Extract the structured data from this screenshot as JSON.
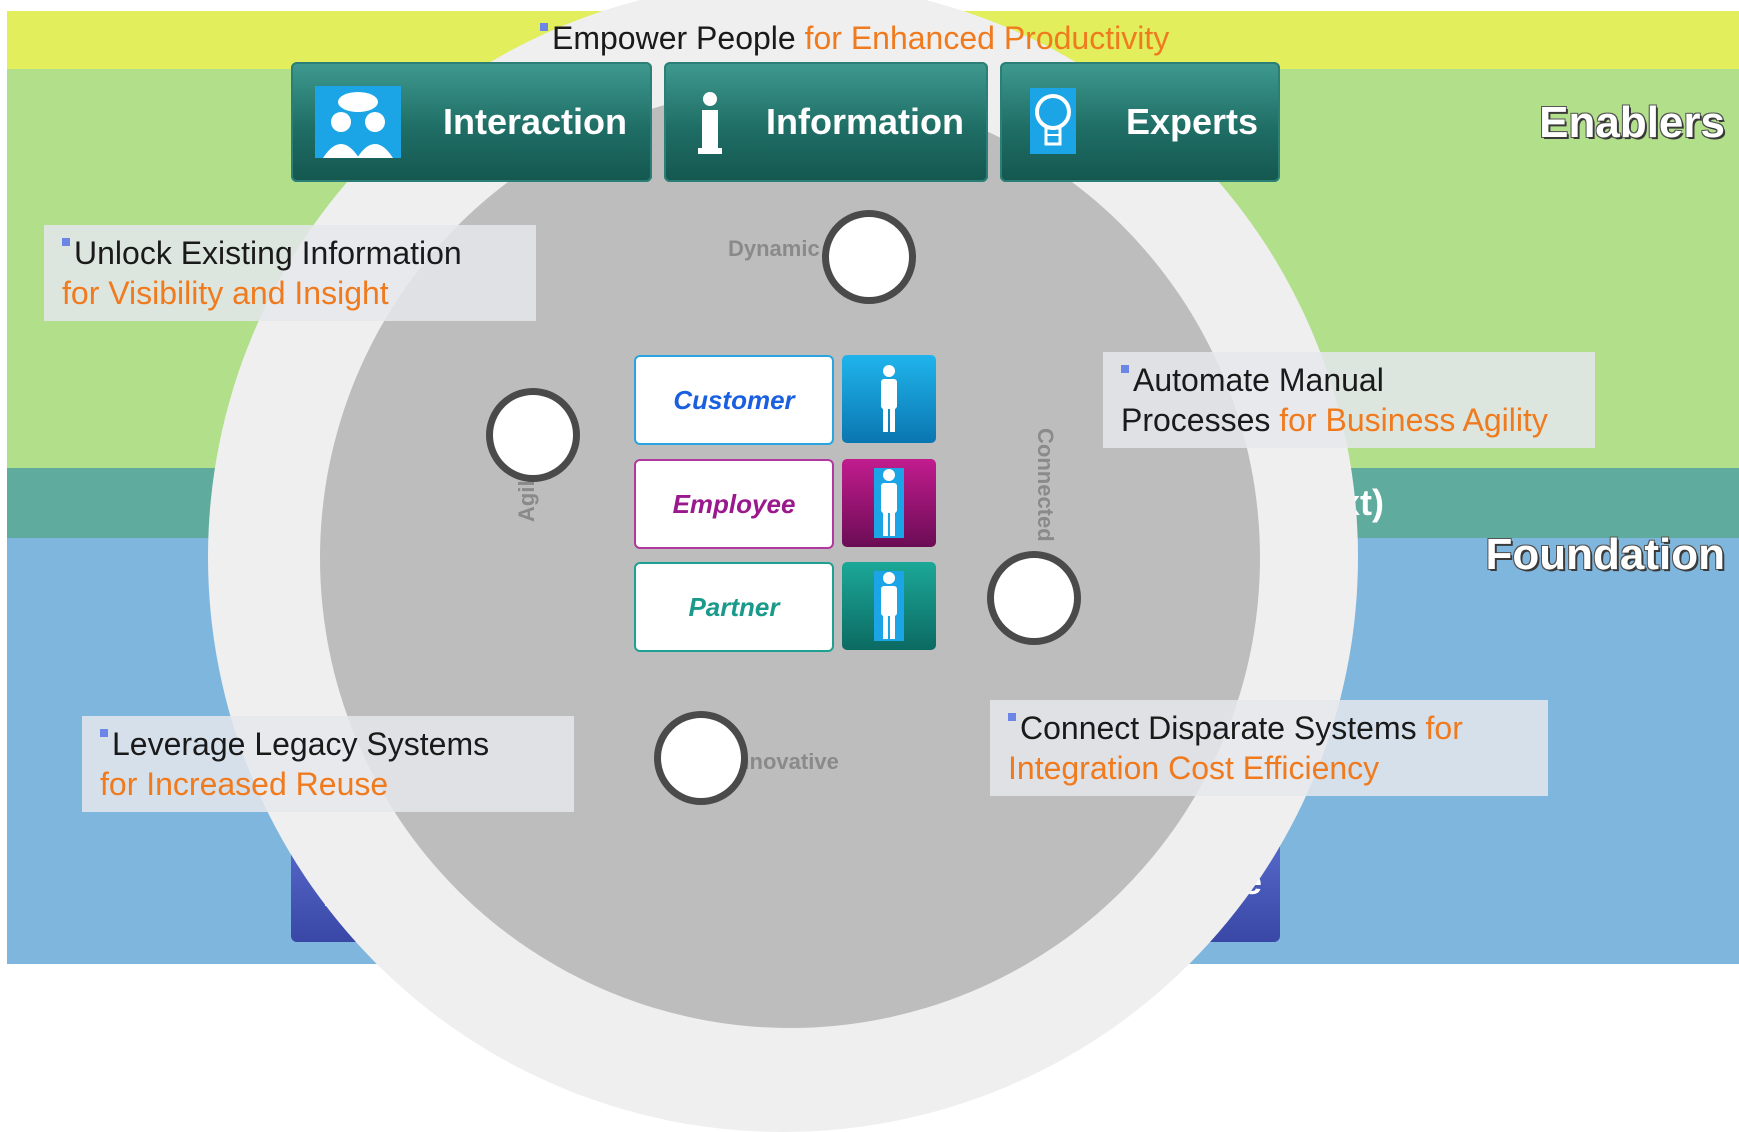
{
  "colors": {
    "enablers_band": "#b1df8a",
    "header_band": "#e2ee5c",
    "middle_band": "#5fab9d",
    "foundation_band": "#7fb6dd",
    "accent_orange": "#f07a1e",
    "customer": "#1a5fe0",
    "employee": "#9a1a8e",
    "partner": "#1a9a8a"
  },
  "header": {
    "text": "Empower People",
    "highlight": "for Enhanced Productivity"
  },
  "sections": {
    "enablers": "Enablers",
    "foundation": "Foundation",
    "middle_partial": "xt)"
  },
  "enabler_tiles": [
    {
      "label": "Interaction",
      "icon": "people-chat-icon"
    },
    {
      "label": "Information",
      "icon": "info-icon"
    },
    {
      "label": "Experts",
      "icon": "lightbulb-icon"
    }
  ],
  "foundation_tiles": {
    "right_partial": "re",
    "left_icon": "computer-icon"
  },
  "callouts": {
    "unlock": {
      "text": "Unlock Existing Information",
      "highlight": "for Visibility and Insight"
    },
    "automate": {
      "text_1": "Automate Manual",
      "text_2": "Processes",
      "highlight": "for Business Agility"
    },
    "leverage": {
      "text": "Leverage Legacy Systems",
      "highlight": "for Increased Reuse"
    },
    "connect": {
      "text": "Connect Disparate Systems",
      "highlight_1": "for",
      "highlight_2": "Integration Cost Efficiency"
    }
  },
  "attributes": {
    "dynamic": "Dynamic",
    "agile": "Agile",
    "connected": "Connected",
    "innovative": "Innovative"
  },
  "roles": [
    {
      "label": "Customer",
      "icon": "person-icon"
    },
    {
      "label": "Employee",
      "icon": "person-icon"
    },
    {
      "label": "Partner",
      "icon": "person-icon"
    }
  ]
}
